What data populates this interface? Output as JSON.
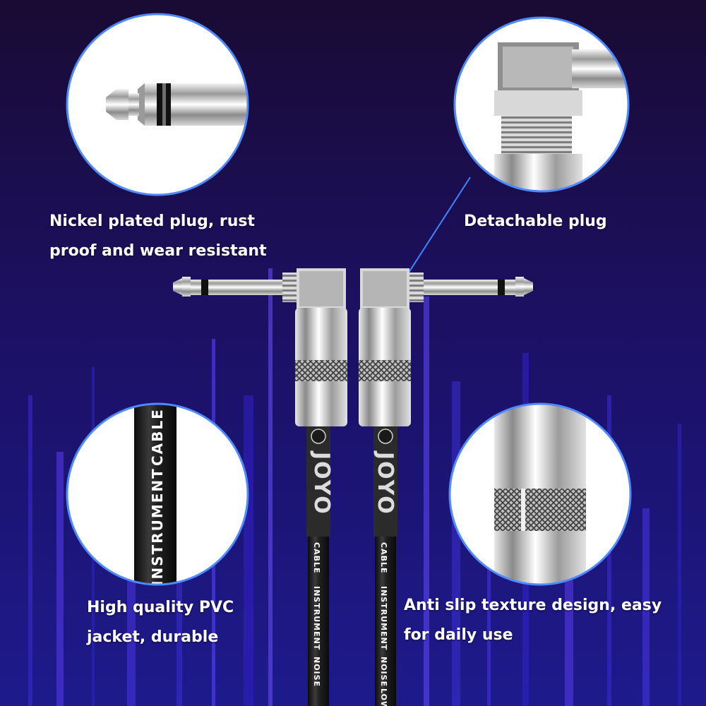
{
  "colors": {
    "background_top": "#1a0d3f",
    "background_bottom": "#1c1780",
    "light_streak": "#3d2bd8",
    "circle_border": "#4f8bff",
    "pointer_line": "#3f86ff",
    "caption_text": "#ffffff",
    "cable_jacket": "#1b1b1b",
    "chrome": "#c9c9c9"
  },
  "icons": {
    "plug_tip": "nickel-plug-tip-icon",
    "detachable": "detachable-plug-icon",
    "pvc_jacket": "pvc-jacket-icon",
    "anti_slip": "knurled-texture-icon"
  },
  "features": {
    "nickel": {
      "line1": "Nickel plated plug, rust",
      "line2": "proof and wear resistant"
    },
    "detachable": {
      "line1": "Detachable plug"
    },
    "pvc": {
      "line1": "High quality PVC",
      "line2": "jacket, durable"
    },
    "antislip": {
      "line1": "Anti slip texture design, easy",
      "line2": "for daily use"
    }
  },
  "cable_print": {
    "brand": "JOYO",
    "word_cable": "CABLE",
    "word_instrument": "INSTRUMENT",
    "word_noise": "NOISE",
    "word_low": "LOW"
  }
}
